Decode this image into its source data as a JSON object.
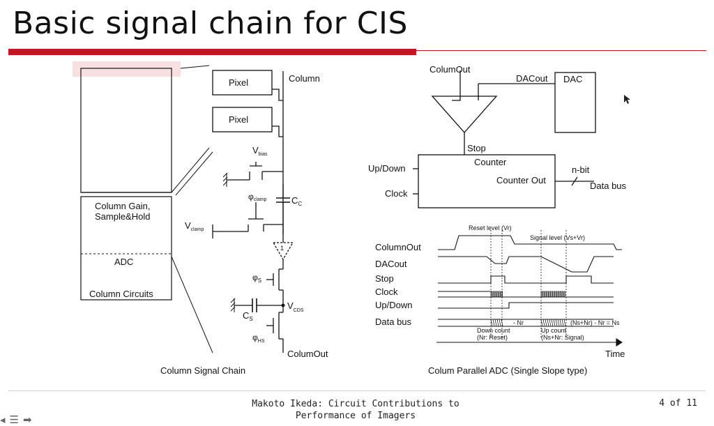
{
  "slide": {
    "title": "Basic signal chain for CIS"
  },
  "column_chain": {
    "pixel_1": "Pixel",
    "pixel_2": "Pixel",
    "column": "Column",
    "vbias_main": "V",
    "vbias_sub": "bias",
    "phi": "φ",
    "clamp_sub": "clamp",
    "cc_main": "C",
    "cc_sub": "C",
    "vclamp_main": "V",
    "vclamp_sub": "clamp",
    "amp_gain": "1",
    "phis_sub": "S",
    "vcds_main": "V",
    "vcds_sub": "CDS",
    "cs_main": "C",
    "cs_sub": "S",
    "phihs_sub": "HS",
    "column_out": "ColumOut",
    "gain_block_line1": "Column Gain,",
    "gain_block_line2": "Sample&Hold",
    "adc_block": "ADC",
    "column_circuits": "Column Circuits",
    "caption": "Column Signal Chain"
  },
  "adc_chain": {
    "colum_out": "ColumOut",
    "dac_out": "DACout",
    "dac": "DAC",
    "stop": "Stop",
    "counter": "Counter",
    "up_down": "Up/Down",
    "clock": "Clock",
    "counter_out": "Counter Out",
    "n_bit": "n-bit",
    "data_bus": "Data bus",
    "caption": "Colum Parallel ADC (Single Slope type)"
  },
  "timing": {
    "reset_level": "Reset level (Vr)",
    "signal_level": "Signal level (Vs+Vr)",
    "signals": [
      "ColumnOut",
      "DACout",
      "Stop",
      "Clock",
      "Up/Down",
      "Data bus"
    ],
    "minus_nr": "- Nr",
    "ns_nr": "(Ns+Nr) - Nr = Ns",
    "down_count_1": "Down count",
    "down_count_2": "(Nr: Reset)",
    "up_count_1": "Up count",
    "up_count_2": "(Ns+Nr: Signal)",
    "time": "Time"
  },
  "footer": {
    "line1": "Makoto Ikeda: Circuit Contributions to",
    "line2": "Performance of Imagers",
    "page": "4 of 11"
  },
  "nav_icons": [
    "back-arrow-icon",
    "menu-icon",
    "forward-arrow-icon"
  ]
}
